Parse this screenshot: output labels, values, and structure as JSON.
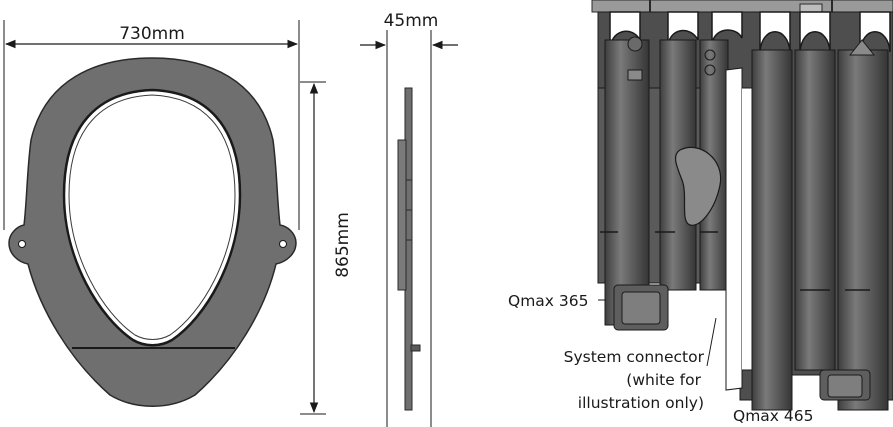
{
  "dimensions": {
    "width": "730mm",
    "depth": "45mm",
    "height": "865mm"
  },
  "labels": {
    "qmax_365": "Qmax 365",
    "qmax_465": "Qmax 465",
    "connector_line1": "System connector",
    "connector_line2": "(white for",
    "connector_line3": "illustration only)"
  },
  "colors": {
    "plate_fill": "#6f6f6f",
    "plate_edge": "#2a2a2a",
    "pipe_dark": "#4a4a4a",
    "pipe_mid": "#6a6a6a",
    "pipe_light": "#8c8c8c",
    "line": "#1a1a1a",
    "connector": "#ffffff"
  }
}
